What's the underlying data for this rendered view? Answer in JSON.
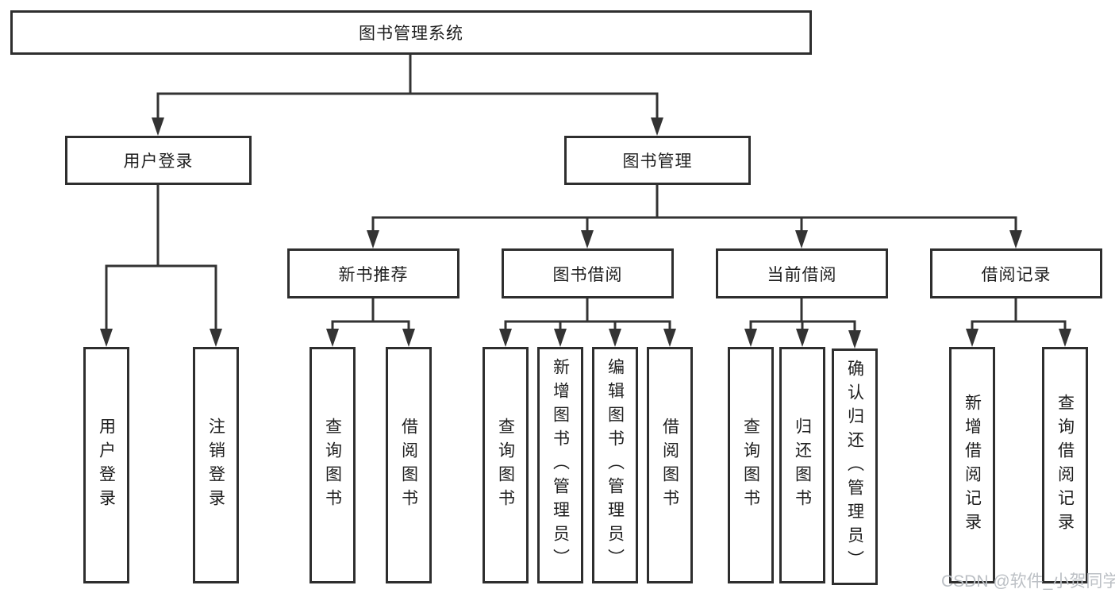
{
  "tree": {
    "label": "图书管理系统",
    "children": [
      {
        "label": "用户登录",
        "children": [
          {
            "label": "用户登录"
          },
          {
            "label": "注销登录"
          }
        ]
      },
      {
        "label": "图书管理",
        "children": [
          {
            "label": "新书推荐",
            "children": [
              {
                "label": "查询图书"
              },
              {
                "label": "借阅图书"
              }
            ]
          },
          {
            "label": "图书借阅",
            "children": [
              {
                "label": "查询图书"
              },
              {
                "label": "新增图书（管理员）"
              },
              {
                "label": "编辑图书（管理员）"
              },
              {
                "label": "借阅图书"
              }
            ]
          },
          {
            "label": "当前借阅",
            "children": [
              {
                "label": "查询图书"
              },
              {
                "label": "归还图书"
              },
              {
                "label": "确认归还（管理员）"
              }
            ]
          },
          {
            "label": "借阅记录",
            "children": [
              {
                "label": "新增借阅记录"
              },
              {
                "label": "查询借阅记录"
              }
            ]
          }
        ]
      }
    ]
  },
  "watermark": "CSDN @软件_小贺同学",
  "colors": {
    "line": "#333333",
    "border": "#2e2e2e",
    "text": "#1e1e1e",
    "watermark": "#bcc0c5",
    "background": "#ffffff"
  }
}
